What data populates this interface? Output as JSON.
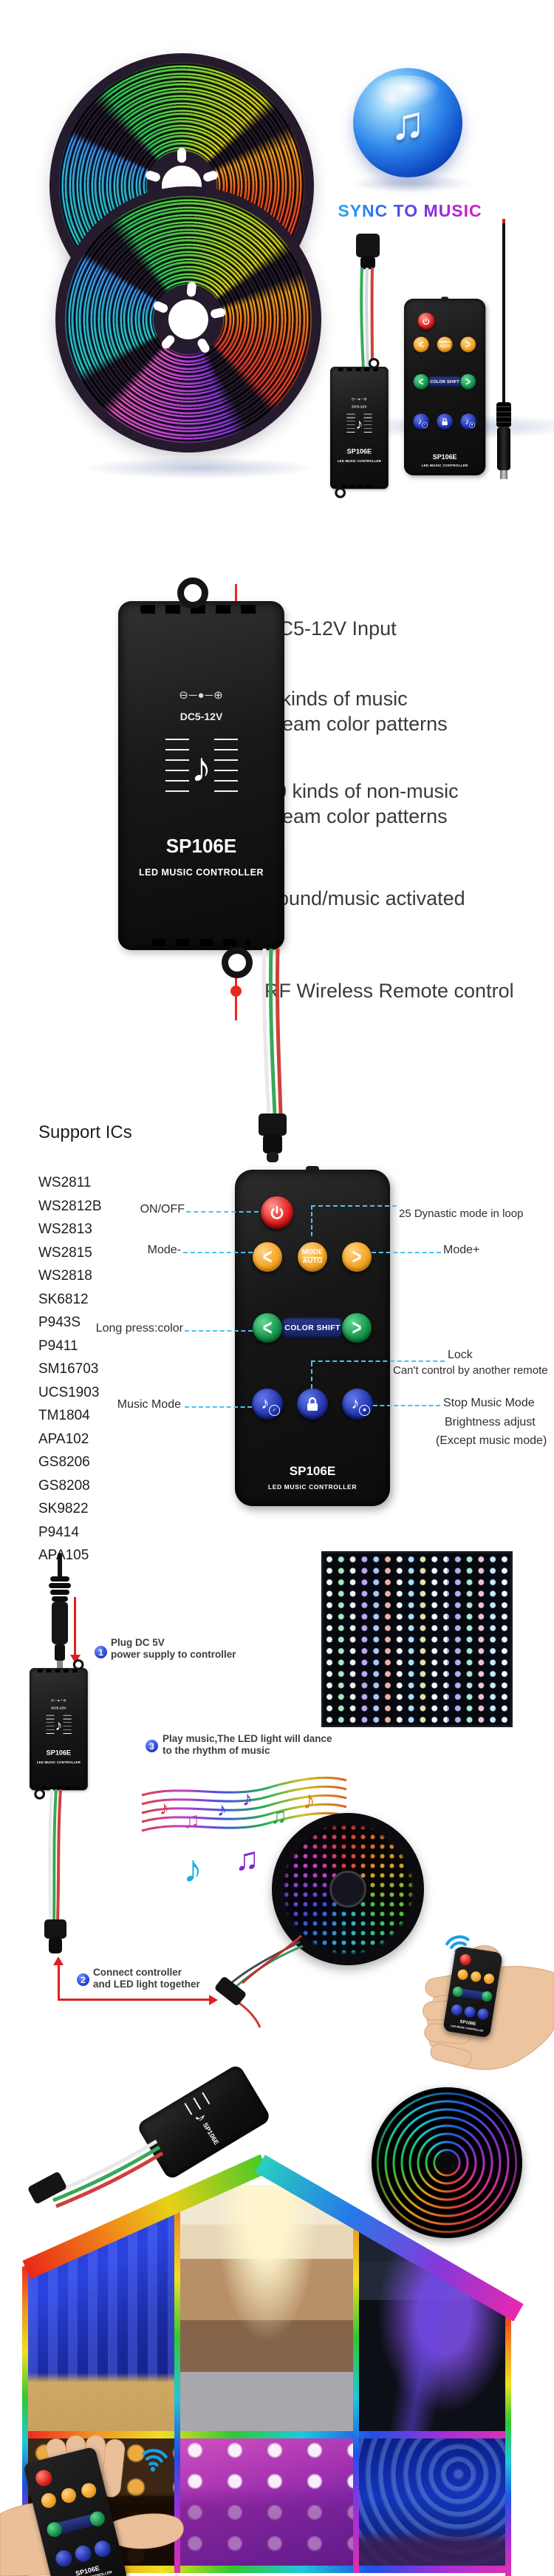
{
  "product": {
    "model": "SP106E",
    "label": "LED MUSIC CONTROLLER",
    "input": "DC5-12V",
    "polarity": "⊖─●─⊕",
    "note_icon": "♪"
  },
  "hero": {
    "sync_text": "SYNC TO MUSIC",
    "note_icon": "♫"
  },
  "features": {
    "items": [
      [
        "DC5-12V Input"
      ],
      [
        "5 kinds of music",
        "dream color patterns"
      ],
      [
        "20 kinds of non-music",
        "dream color patterns"
      ],
      [
        "Sound/music activated"
      ],
      [
        "RF Wireless Remote control"
      ]
    ]
  },
  "support_ics": {
    "title": "Support ICs",
    "items": [
      "WS2811",
      "WS2812B",
      "WS2813",
      "WS2815",
      "WS2818",
      "SK6812",
      "P943S",
      "P9411",
      "SM16703",
      "UCS1903",
      "TM1804",
      "APA102",
      "GS8206",
      "GS8208",
      "SK9822",
      "P9414",
      "APA105"
    ]
  },
  "remote": {
    "model": "SP106E",
    "label": "LED MUSIC CONTROLLER",
    "mode_top": "MODE",
    "mode_bottom": "AUTO",
    "color_shift": "COLOR SHIFT",
    "chevron_left": "<",
    "chevron_right": ">",
    "note_icon": "♪",
    "check_icon": "✓",
    "stop_icon": "■"
  },
  "callouts": {
    "on_off": "ON/OFF",
    "dynastic": "25 Dynastic mode in loop",
    "mode_minus": "Mode-",
    "mode_plus": "Mode+",
    "long_press": "Long press:color",
    "lock": "Lock",
    "lock_sub": "Can't control by another remote",
    "music_mode": "Music Mode",
    "stop_music": "Stop Music Mode",
    "brightness": "Brightness adjust",
    "brightness_sub": "(Except music mode)"
  },
  "steps": {
    "s1_num": "1",
    "s1_line1": "Plug DC 5V",
    "s1_line2": "power supply to controller",
    "s2_num": "2",
    "s2_line1": "Connect controller",
    "s2_line2": "and LED light together",
    "s3_num": "3",
    "s3_line1": "Play music,The LED light will dance",
    "s3_line2": "to the rhythm of music"
  },
  "colors": {
    "accent_red": "#e8281e",
    "callout_line": "#49c3ef",
    "orange_btn": "#f5a728",
    "green_btn": "#189850",
    "blue_btn": "#2838b0",
    "power_red": "#e02020"
  }
}
